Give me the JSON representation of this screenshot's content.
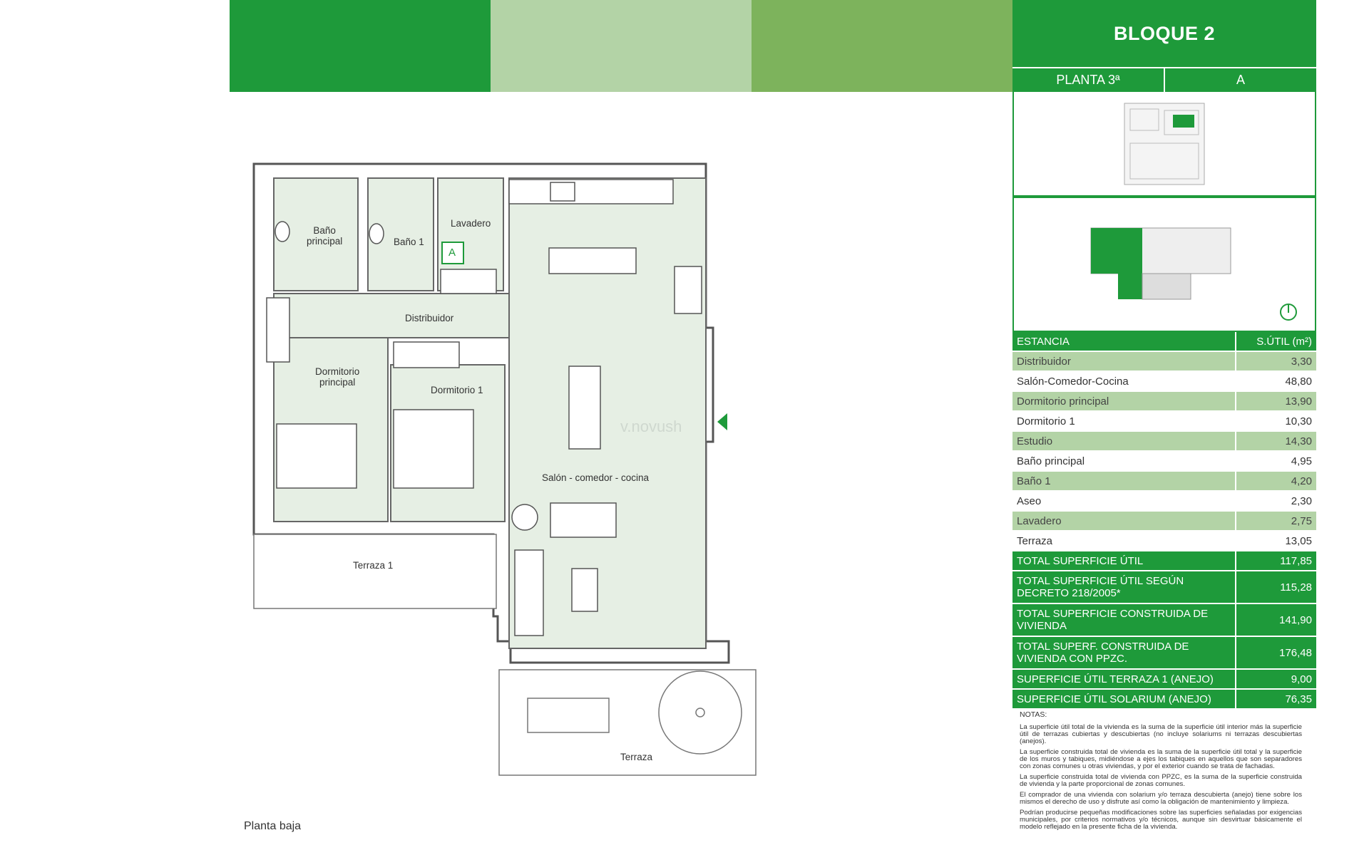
{
  "header": {
    "block_title": "BLOQUE 2",
    "floor": "PLANTA 3ª",
    "unit": "A"
  },
  "plan": {
    "rooms": {
      "bano_principal": "Baño\nprincipal",
      "bano_1": "Baño 1",
      "lavadero": "Lavadero",
      "unit_mark": "A",
      "distribuidor": "Distribuidor",
      "dormitorio_principal": "Dormitorio\nprincipal",
      "dormitorio_1": "Dormitorio 1",
      "salon": "Salón - comedor - cocina",
      "terraza_1": "Terraza 1",
      "terraza": "Terraza"
    },
    "watermark": "v.novush",
    "caption": "Planta baja"
  },
  "table": {
    "header": {
      "name": "ESTANCIA",
      "value": "S.ÚTIL (m²)"
    },
    "rows": [
      {
        "name": "Distribuidor",
        "value": "3,30"
      },
      {
        "name": "Salón-Comedor-Cocina",
        "value": "48,80"
      },
      {
        "name": "Dormitorio principal",
        "value": "13,90"
      },
      {
        "name": "Dormitorio 1",
        "value": "10,30"
      },
      {
        "name": "Estudio",
        "value": "14,30"
      },
      {
        "name": "Baño principal",
        "value": "4,95"
      },
      {
        "name": "Baño 1",
        "value": "4,20"
      },
      {
        "name": "Aseo",
        "value": "2,30"
      },
      {
        "name": "Lavadero",
        "value": "2,75"
      },
      {
        "name": "Terraza",
        "value": "13,05"
      }
    ],
    "totals": [
      {
        "name": "TOTAL SUPERFICIE ÚTIL",
        "value": "117,85"
      },
      {
        "name": "TOTAL SUPERFICIE ÚTIL SEGÚN DECRETO 218/2005*",
        "value": "115,28"
      },
      {
        "name": "TOTAL SUPERFICIE CONSTRUIDA DE VIVIENDA",
        "value": "141,90"
      },
      {
        "name": "TOTAL SUPERF. CONSTRUIDA DE VIVIENDA CON PPZC.",
        "value": "176,48"
      },
      {
        "name": "SUPERFICIE ÚTIL TERRAZA 1 (ANEJO)",
        "value": "9,00"
      },
      {
        "name": "SUPERFICIE ÚTIL SOLARIUM (ANEJO)",
        "value": "76,35"
      }
    ]
  },
  "notes": {
    "heading": "NOTAS:",
    "paragraphs": [
      "La superficie útil total de la vivienda es la suma de la superficie útil interior más la superficie útil de terrazas cubiertas y descubiertas (no incluye solariums ni terrazas descubiertas (anejos).",
      "La superficie construida total de vivienda es la suma de la superficie útil total y la superficie de los muros y tabiques, midiéndose a ejes los tabiques en aquellos que son separadores con zonas comunes u otras viviendas, y por el exterior cuando se trata de fachadas.",
      "La superficie construida total de vivienda con PPZC, es la suma de la superficie construida de vivienda y la parte proporcional de zonas comunes.",
      "El comprador de una vivienda con solarium y/o terraza descubierta (anejo) tiene sobre los mismos el derecho de uso y disfrute así como la obligación de mantenimiento y limpieza.",
      "Podrían producirse pequeñas modificaciones sobre las superficies señaladas por exigencias municipales, por criterios normativos y/o técnicos, aunque sin desvirtuar básicamente el modelo reflejado en la presente ficha de la vivienda."
    ]
  },
  "colors": {
    "green": "#1e9a3a",
    "light_green": "#b3d3a6",
    "mid_green": "#7db35c",
    "room_fill": "#e6efe4"
  },
  "icons": [
    "north-arrow-icon",
    "toilet-icon",
    "shower-icon",
    "bed-icon",
    "kitchen-hob-icon",
    "spiral-staircase-icon"
  ]
}
